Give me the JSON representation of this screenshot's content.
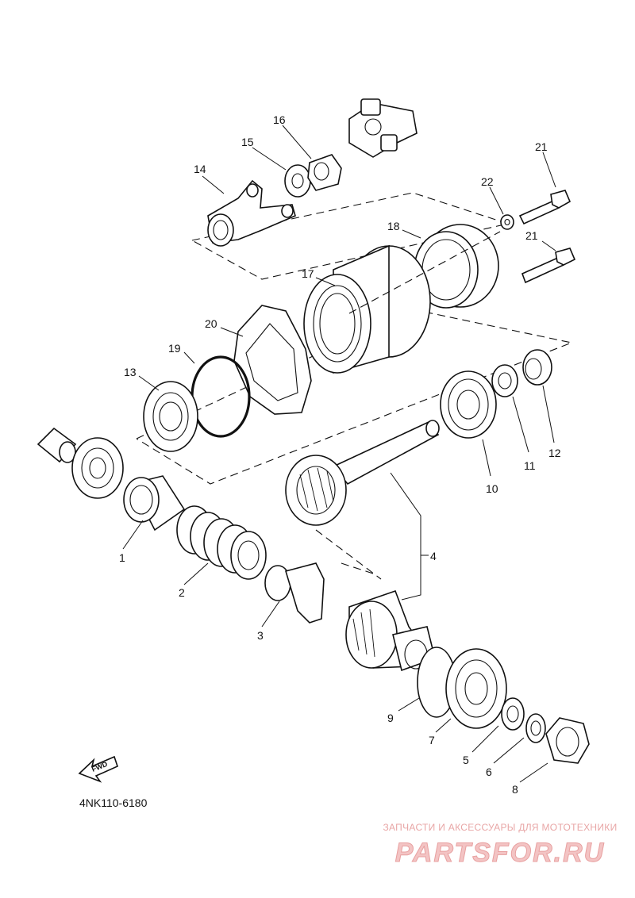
{
  "diagram": {
    "drawing_code": "4NK110-6180",
    "fwd_label": "FWD",
    "callouts": [
      "1",
      "2",
      "3",
      "4",
      "5",
      "6",
      "7",
      "8",
      "9",
      "10",
      "11",
      "12",
      "13",
      "14",
      "15",
      "16",
      "17",
      "18",
      "19",
      "20",
      "21",
      "21",
      "22"
    ]
  },
  "watermark": {
    "text": "ЗАПЧАСТИ И АКСЕССУАРЫ ДЛЯ МОТОТЕХНИКИ",
    "logo_text": "PARTSFOR.RU",
    "color": "#e05a5a"
  }
}
